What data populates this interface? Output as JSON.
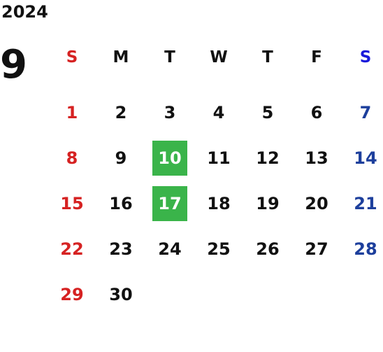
{
  "calendar": {
    "year": "2024",
    "month": "9",
    "weekdays": [
      "S",
      "M",
      "T",
      "W",
      "T",
      "F",
      "S"
    ],
    "weeks": [
      [
        "1",
        "2",
        "3",
        "4",
        "5",
        "6",
        "7"
      ],
      [
        "8",
        "9",
        "10",
        "11",
        "12",
        "13",
        "14"
      ],
      [
        "15",
        "16",
        "17",
        "18",
        "19",
        "20",
        "21"
      ],
      [
        "22",
        "23",
        "24",
        "25",
        "26",
        "27",
        "28"
      ],
      [
        "29",
        "30",
        "",
        "",
        "",
        "",
        ""
      ]
    ],
    "highlighted_days": [
      "10",
      "17"
    ],
    "colors": {
      "sunday": "#d62222",
      "saturday": "#1d3f9c",
      "saturday_header": "#1a1adb",
      "highlight": "#3ab44a",
      "text": "#111111"
    }
  }
}
